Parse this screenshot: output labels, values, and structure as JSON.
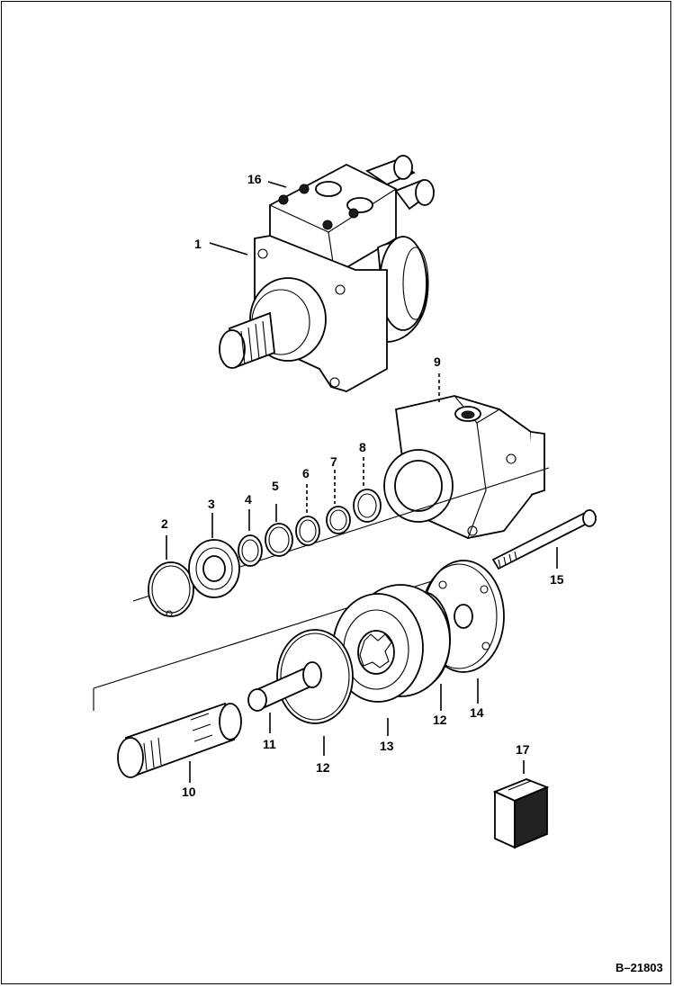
{
  "diagram": {
    "reference_number": "B–21803",
    "callouts": [
      {
        "id": "1",
        "label": "1"
      },
      {
        "id": "2",
        "label": "2"
      },
      {
        "id": "3",
        "label": "3"
      },
      {
        "id": "4",
        "label": "4"
      },
      {
        "id": "5",
        "label": "5"
      },
      {
        "id": "6",
        "label": "6"
      },
      {
        "id": "7",
        "label": "7"
      },
      {
        "id": "8",
        "label": "8"
      },
      {
        "id": "9",
        "label": "9"
      },
      {
        "id": "10",
        "label": "10"
      },
      {
        "id": "11",
        "label": "11"
      },
      {
        "id": "12a",
        "label": "12"
      },
      {
        "id": "12b",
        "label": "12"
      },
      {
        "id": "13",
        "label": "13"
      },
      {
        "id": "14",
        "label": "14"
      },
      {
        "id": "15",
        "label": "15"
      },
      {
        "id": "16",
        "label": "16"
      },
      {
        "id": "17",
        "label": "17"
      }
    ]
  }
}
